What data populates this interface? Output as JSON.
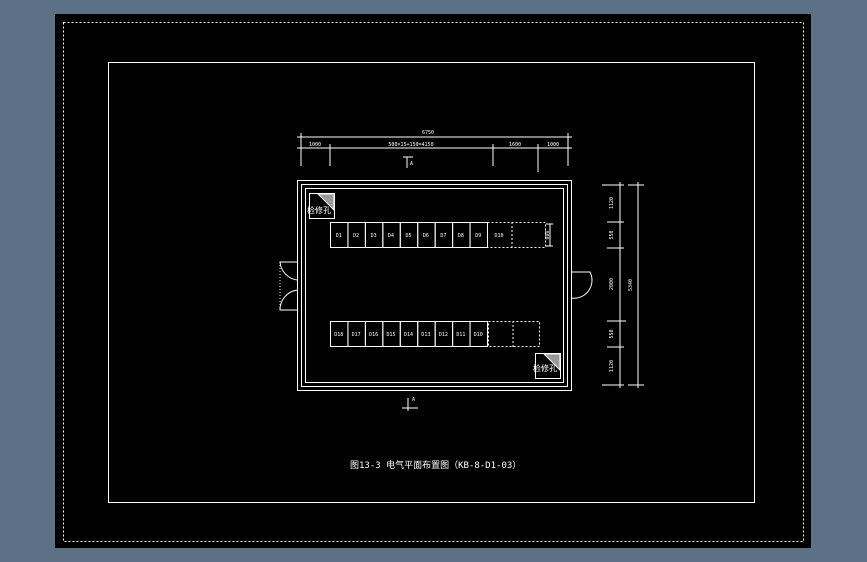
{
  "drawing": {
    "title": "图13-3   电气平面布置图（KB-8-D1-03）",
    "dims_top": {
      "total": "6750",
      "left": "1000",
      "middle": "500×15+150=4150",
      "right1": "1600",
      "right2": "1000"
    },
    "dims_right": {
      "d1": "1120",
      "d2": "550",
      "d3": "2000",
      "d4": "550",
      "d5": "1120",
      "total": "5340"
    },
    "section_mark": "A",
    "room_label": "检修孔",
    "top_row": [
      "D1",
      "D2",
      "D3",
      "D4",
      "D5",
      "D6",
      "D7",
      "D8",
      "D9"
    ],
    "top_row_spare": "D10",
    "top_row_depth": "800",
    "bottom_row": [
      "D18",
      "D17",
      "D16",
      "D15",
      "D14",
      "D13",
      "D12",
      "D11",
      "D10"
    ]
  },
  "colors": {
    "background": "#5d7186",
    "sheet": "#000000",
    "lines": "#ffffff"
  }
}
